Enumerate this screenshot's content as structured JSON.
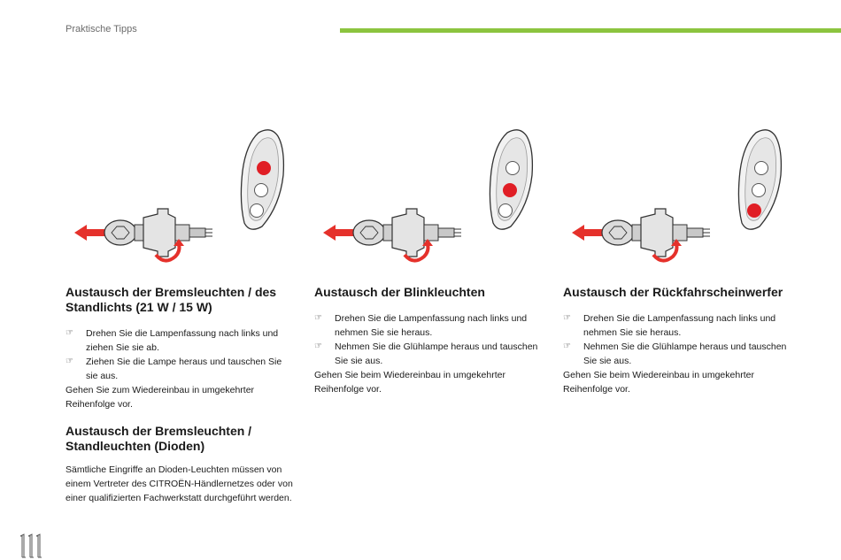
{
  "header": {
    "section_label": "Praktische Tipps",
    "accent_color": "#8cc43f"
  },
  "page_number": "111",
  "sections": [
    {
      "title": "Austausch der Bremsleuchten / des Standlichts (21 W / 15 W)",
      "steps": [
        "Drehen Sie die Lampenfassung nach links und ziehen Sie sie ab.",
        "Ziehen Sie die Lampe heraus und tauschen Sie sie aus."
      ],
      "note": "Gehen Sie zum Wiedereinbau in umgekehrter Reihenfolge vor.",
      "sub_title": "Austausch der Bremsleuchten / Standleuchten (Dioden)",
      "sub_text": "Sämtliche Eingriffe an Dioden-Leuchten müssen von einem Vertreter des CITROËN-Händlernetzes oder von einer qualifizierten Fachwerkstatt durchgeführt werden.",
      "highlighted_lamp": 1
    },
    {
      "title": "Austausch der Blinkleuchten",
      "steps": [
        "Drehen Sie die Lampenfassung nach links und nehmen Sie sie heraus.",
        "Nehmen Sie die Glühlampe heraus und tauschen Sie sie aus."
      ],
      "note": "Gehen Sie beim Wiedereinbau in umgekehrter Reihenfolge vor.",
      "highlighted_lamp": 2
    },
    {
      "title": "Austausch der Rückfahrscheinwerfer",
      "steps": [
        "Drehen Sie die Lampenfassung nach links und nehmen Sie sie heraus.",
        "Nehmen Sie die Glühlampe heraus und tauschen Sie sie aus."
      ],
      "note": "Gehen Sie beim Wiedereinbau in umgekehrter Reihenfolge vor.",
      "highlighted_lamp": 3
    }
  ],
  "colors": {
    "arrow_red": "#e5312b",
    "lamp_highlight": "#e01e25",
    "bulb_fill": "#dcdcdc",
    "outline": "#333333"
  },
  "icons": {
    "bullet": "pointing-hand-icon"
  }
}
